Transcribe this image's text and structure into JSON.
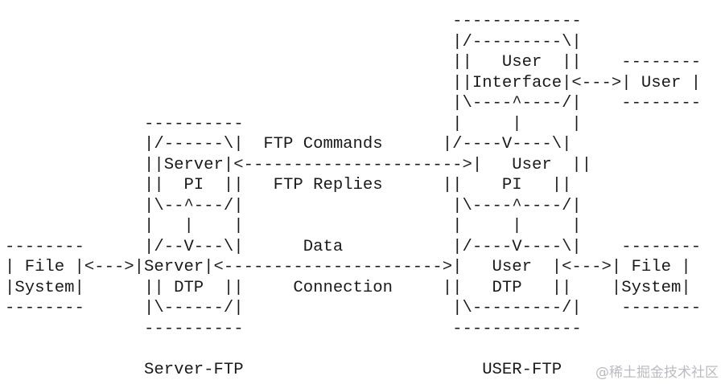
{
  "diagram": {
    "lines": [
      "                                             -------------",
      "                                             |/---------\\|",
      "                                             ||   User  ||    --------",
      "                                             ||Interface|<--->| User |",
      "                                             |\\----^----/|    --------",
      "              ----------                     |     |     |",
      "              |/------\\|  FTP Commands      |/----V----\\|",
      "              ||Server|<---------------------->|   User  ||",
      "              ||  PI  ||   FTP Replies      ||    PI   ||",
      "              |\\--^---/|                     |\\----^----/|",
      "              |   |    |                     |     |     |",
      "--------      |/--V---\\|      Data           |/----V----\\|    --------",
      "| File |<--->|Server|<---------------------->|   User  |<--->| File |",
      "|System|      || DTP  ||     Connection     ||   DTP   ||    |System|",
      "--------      |\\------/|                     |\\---------/|    --------",
      "              ----------                     -------------",
      "",
      "              Server-FTP                        USER-FTP"
    ]
  },
  "watermark": {
    "text": "@稀土掘金技术社区"
  }
}
